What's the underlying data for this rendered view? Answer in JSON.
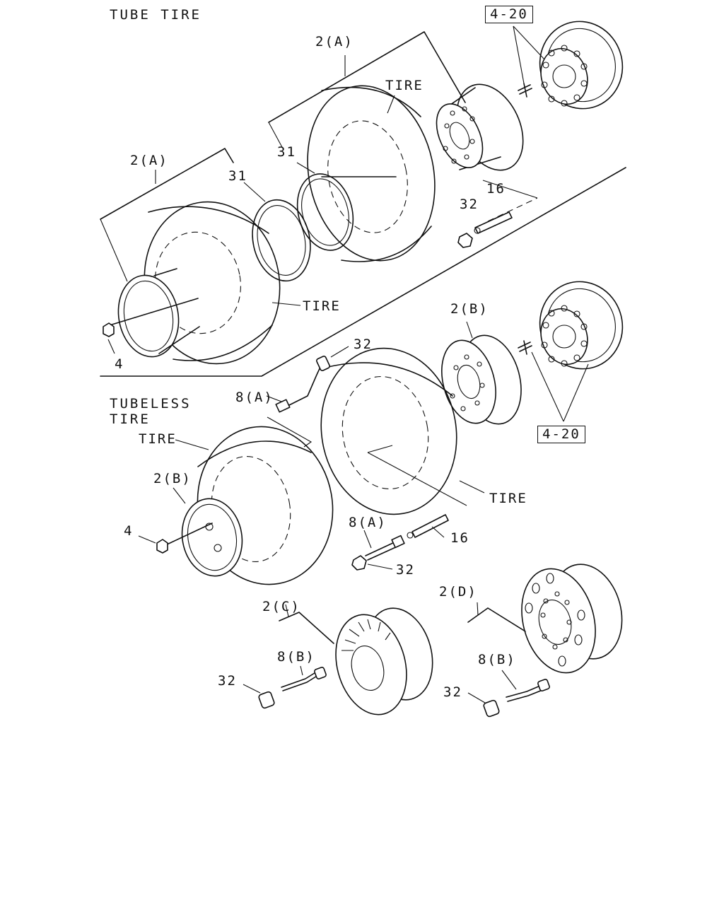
{
  "sections": {
    "tube": "TUBE TIRE",
    "tubeless_line1": "TUBELESS",
    "tubeless_line2": "TIRE"
  },
  "refs": {
    "ref_4_20": "4-20",
    "wheel_2a": "2(A)",
    "wheel_2b": "2(B)",
    "wheel_2c": "2(C)",
    "wheel_2d": "2(D)",
    "flap_31": "31",
    "nut_4": "4",
    "bolt_16": "16",
    "cap_32": "32",
    "valve_8a": "8(A)",
    "valve_8b": "8(B)",
    "tire": "TIRE"
  }
}
